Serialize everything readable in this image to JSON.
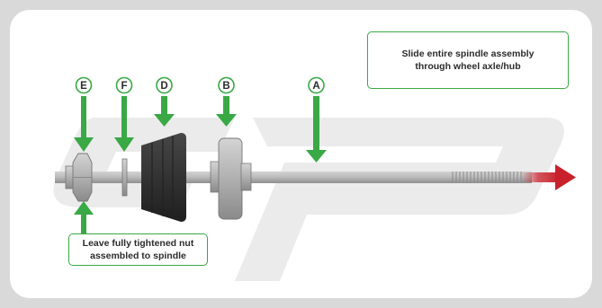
{
  "labels": {
    "A": "A",
    "B": "B",
    "D": "D",
    "E": "E",
    "F": "F"
  },
  "callouts": {
    "slide_line1": "Slide entire spindle assembly",
    "slide_line2": "through wheel axle/hub",
    "nut_line1": "Leave fully tightened nut",
    "nut_line2": "assembled to spindle"
  },
  "colors": {
    "frame": "#d9d9d9",
    "accent_green": "#39a845",
    "direction_arrow": "#c8212b",
    "rod": "#a8a8a8",
    "cone": "#2f2f2f",
    "watermark": "#ebebeb"
  }
}
